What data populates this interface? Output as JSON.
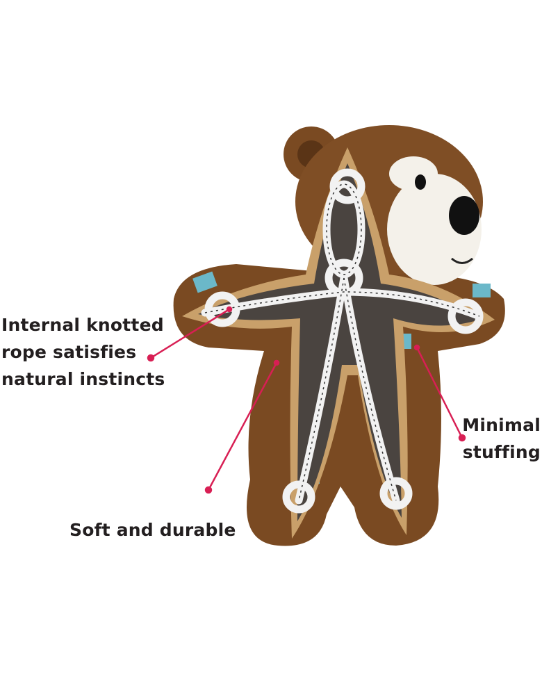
{
  "callouts": {
    "rope": {
      "lines": [
        "Internal knotted",
        "rope satisfies",
        "natural instincts"
      ]
    },
    "durable": {
      "lines": [
        "Soft and durable"
      ]
    },
    "stuffing": {
      "lines": [
        "Minimal",
        "stuffing"
      ]
    }
  },
  "colors": {
    "callout_line": "#d81f54",
    "fur": "#7a4a22",
    "fur_dark": "#5a3416",
    "inner_panel": "#4a4440",
    "panel_trim": "#c9a06a",
    "muzzle": "#f4f1ea",
    "patch": "#6bb8c9",
    "text": "#231f20"
  }
}
